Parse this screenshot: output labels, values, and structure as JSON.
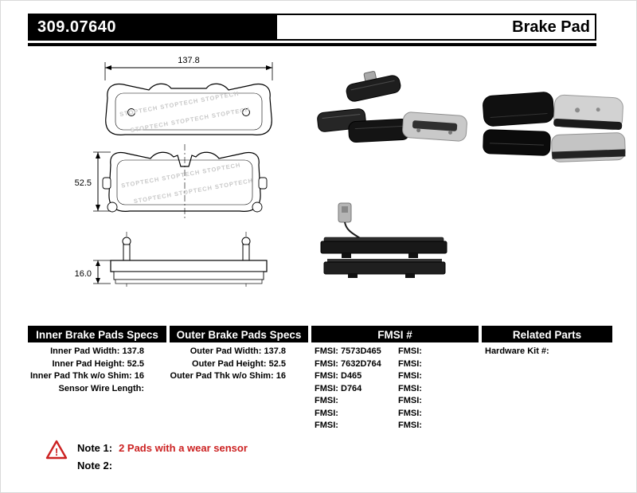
{
  "header": {
    "part_number": "309.07640",
    "product_name": "Brake Pad"
  },
  "diagram": {
    "width_dim": "137.8",
    "height_dim": "52.5",
    "thickness_dim": "16.0",
    "watermark_row": "STOPTECH  STOPTECH  STOPTECH"
  },
  "tables": {
    "inner": {
      "title": "Inner Brake Pads Specs",
      "rows": [
        "Inner Pad Width: 137.8",
        "Inner Pad Height: 52.5",
        "Inner Pad Thk w/o Shim: 16",
        "Sensor Wire Length:"
      ]
    },
    "outer": {
      "title": "Outer Brake Pads Specs",
      "rows": [
        "Outer Pad Width: 137.8",
        "Outer Pad Height: 52.5",
        "Outer Pad Thk w/o Shim: 16"
      ]
    },
    "fmsi": {
      "title": "FMSI #",
      "col1": [
        "FMSI: 7573D465",
        "FMSI: 7632D764",
        "FMSI: D465",
        "FMSI: D764",
        "FMSI:",
        "FMSI:",
        "FMSI:"
      ],
      "col2": [
        "FMSI:",
        "FMSI:",
        "FMSI:",
        "FMSI:",
        "FMSI:",
        "FMSI:",
        "FMSI:"
      ]
    },
    "related": {
      "title": "Related Parts",
      "rows": [
        "Hardware Kit #:"
      ]
    }
  },
  "notes": {
    "note1_label": "Note 1:",
    "note1_text": "2 Pads with a wear sensor",
    "note2_label": "Note 2:",
    "note2_text": "",
    "accent_color": "#cc2222"
  }
}
